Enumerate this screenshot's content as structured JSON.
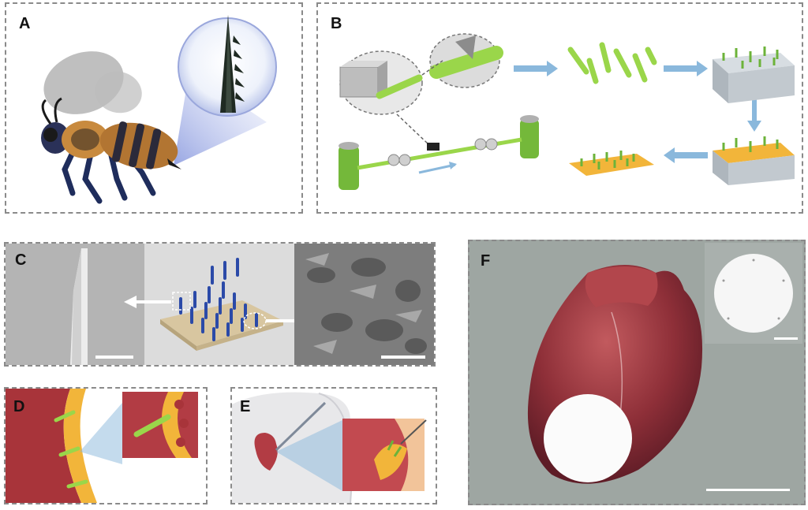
{
  "panels": {
    "a": {
      "label": "A"
    },
    "b": {
      "label": "B"
    },
    "c": {
      "label": "C"
    },
    "d": {
      "label": "D"
    },
    "e": {
      "label": "E"
    },
    "f": {
      "label": "F"
    }
  },
  "colors": {
    "arrow_blue": "#8ab8dc",
    "fiber_green": "#9ad64a",
    "tissue_red": "#a8343a",
    "gel_yellow": "#f2b53a",
    "microneedle_blue": "#2b4aa8",
    "sem_gray": "#7d7d7d",
    "photo_background": "#9ea6a2"
  },
  "icons": [
    "bee-illustration",
    "stinger-zoom",
    "fiber-drawing-setup",
    "microneedle-patch",
    "sem-micrograph",
    "heart-photo",
    "patch-disc"
  ]
}
